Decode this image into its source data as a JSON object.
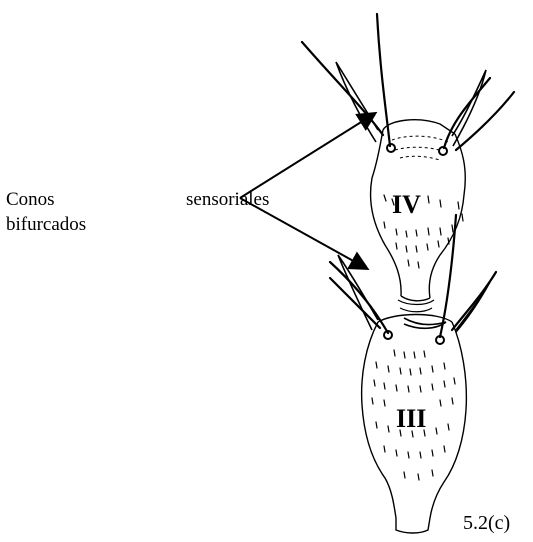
{
  "labels": {
    "line1_left": "Conos",
    "line1_right": "sensoriales",
    "line2": "bifurcados"
  },
  "segments": {
    "upper": "IV",
    "lower": "III"
  },
  "figure_number": "5.2(c)",
  "colors": {
    "ink": "#000000",
    "background": "#ffffff"
  }
}
